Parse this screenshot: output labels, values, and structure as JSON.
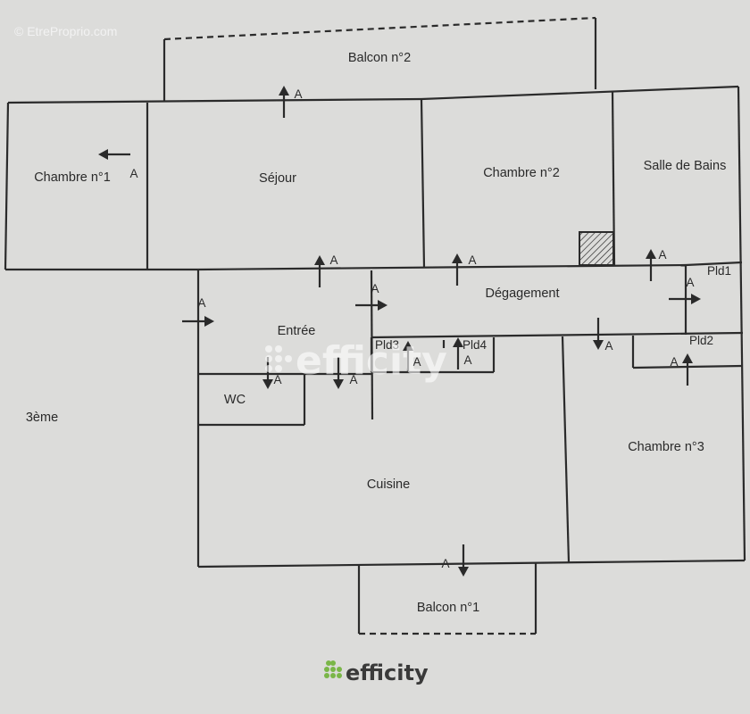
{
  "watermark": {
    "source": "© EtreProprio.com",
    "brand": "efficity"
  },
  "floor": "3ème",
  "rooms": {
    "balcon2": "Balcon n°2",
    "chambre1": "Chambre n°1",
    "sejour": "Séjour",
    "chambre2": "Chambre n°2",
    "salle_de_bains": "Salle de Bains",
    "degagement": "Dégagement",
    "pld1": "Pld1",
    "entree": "Entrée",
    "pld3": "Pld3",
    "pld4": "Pld4",
    "pld2": "Pld2",
    "wc": "WC",
    "chambre3": "Chambre n°3",
    "cuisine": "Cuisine",
    "balcon1": "Balcon n°1"
  },
  "access_marker": "A",
  "logo": "efficity",
  "logo_color": "#7ab648"
}
